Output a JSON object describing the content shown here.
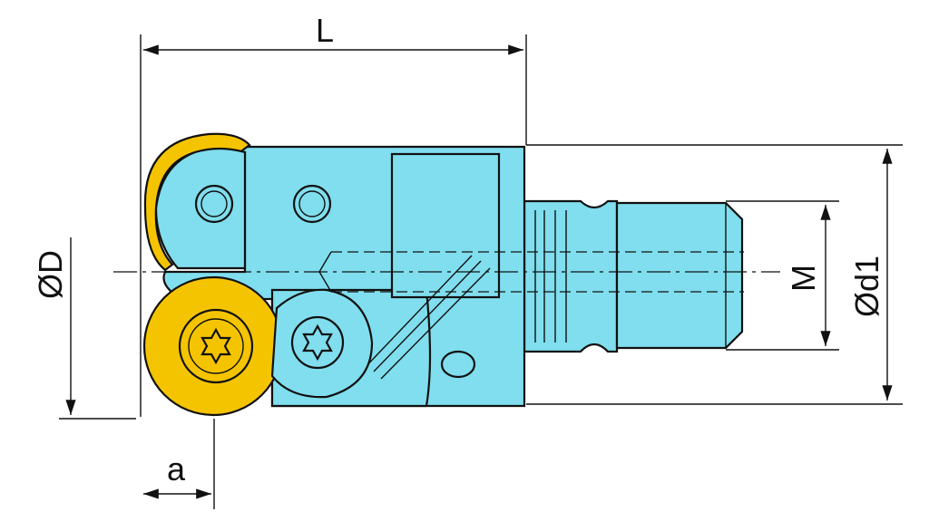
{
  "diagram": {
    "labels": {
      "length": "L",
      "cutting_diameter": "ØD",
      "thread": "M",
      "shank_diameter": "Ød1",
      "offset": "a"
    },
    "colors": {
      "body": "#80deee",
      "body_shade": "#5cc6da",
      "insert": "#f5c400",
      "insert_shade": "#e0a800",
      "line": "#111111"
    },
    "icons": [
      "torx-screw-icon",
      "torx-screw-icon"
    ]
  }
}
